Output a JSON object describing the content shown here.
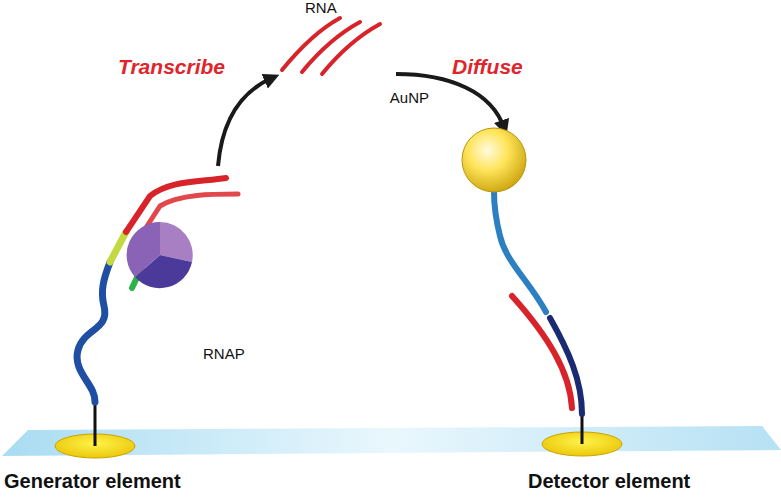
{
  "diagram": {
    "labels": [
      "RNA",
      "Transcribe",
      "Diffuse",
      "AuNP",
      "RNAP",
      "Generator element",
      "Detector element"
    ]
  }
}
